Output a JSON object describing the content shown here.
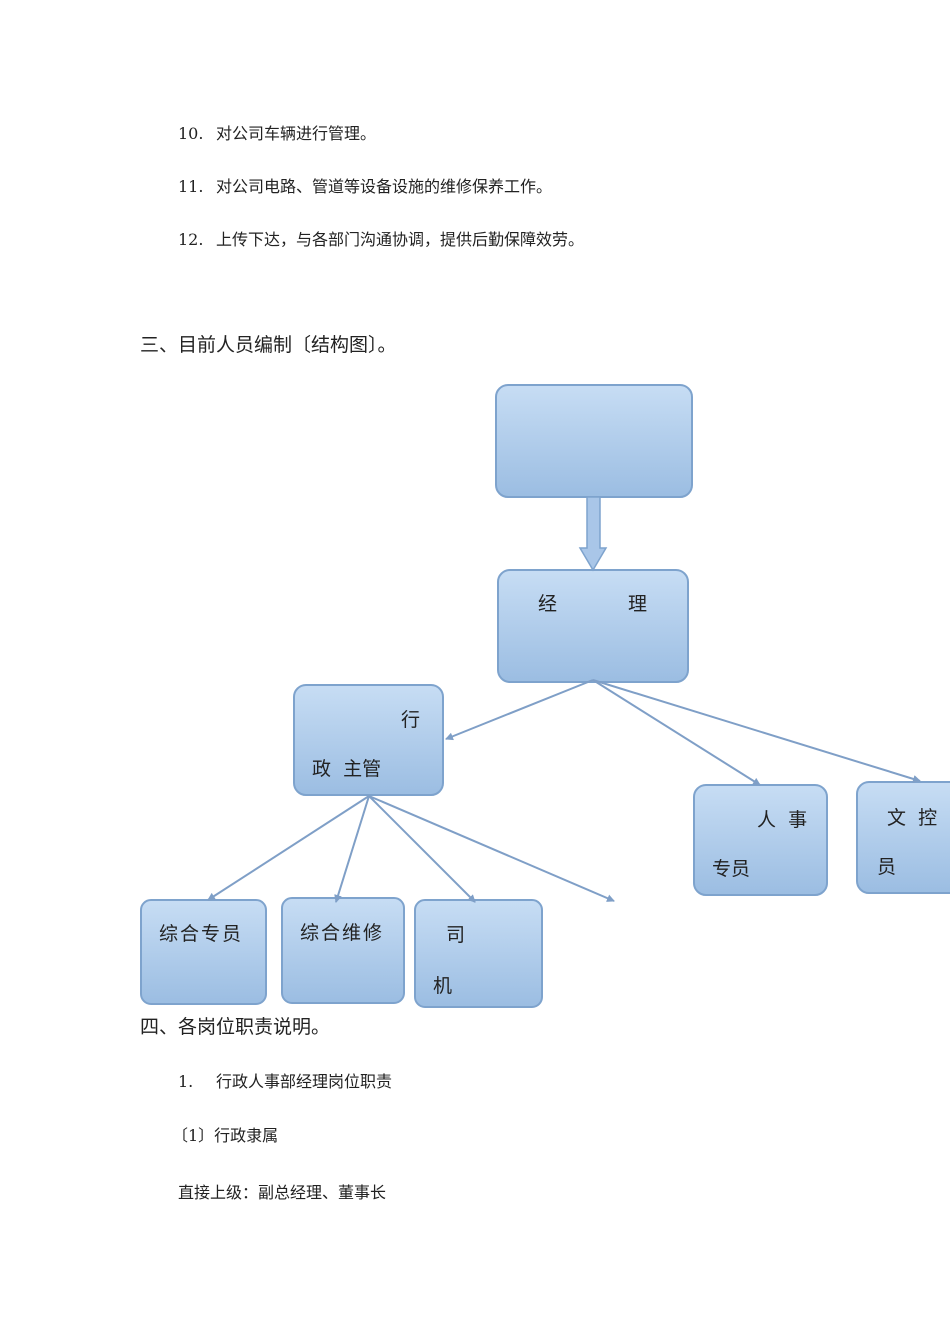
{
  "list_items": [
    {
      "num": "10.",
      "text": "对公司车辆进行管理。"
    },
    {
      "num": "11.",
      "text": "对公司电路、管道等设备设施的维修保养工作。"
    },
    {
      "num": "12.",
      "text": "上传下达，与各部门沟通协调，提供后勤保障效劳。"
    }
  ],
  "section3_title": "三、目前人员编制〔结构图〕。",
  "org_chart": {
    "top": "",
    "manager": [
      "经",
      "理"
    ],
    "admin_supervisor": [
      "行",
      "政  主管"
    ],
    "hr_specialist": [
      "人  事",
      "专员"
    ],
    "doc_control": [
      "文  控",
      "员"
    ],
    "general_specialist": "综合专员",
    "maintenance": "综合维修",
    "driver": [
      "司",
      "机"
    ]
  },
  "section4_title": "四、各岗位职责说明。",
  "item1": {
    "num": "1.",
    "text": "行政人事部经理岗位职责"
  },
  "sub1": "〔1〕行政隶属",
  "superior": "直接上级：副总经理、董事长",
  "colors": {
    "box_top": "#c5dcf3",
    "box_bottom": "#9dbfe3",
    "border": "#7ea3cd",
    "arrow": "#7f9fc7"
  }
}
